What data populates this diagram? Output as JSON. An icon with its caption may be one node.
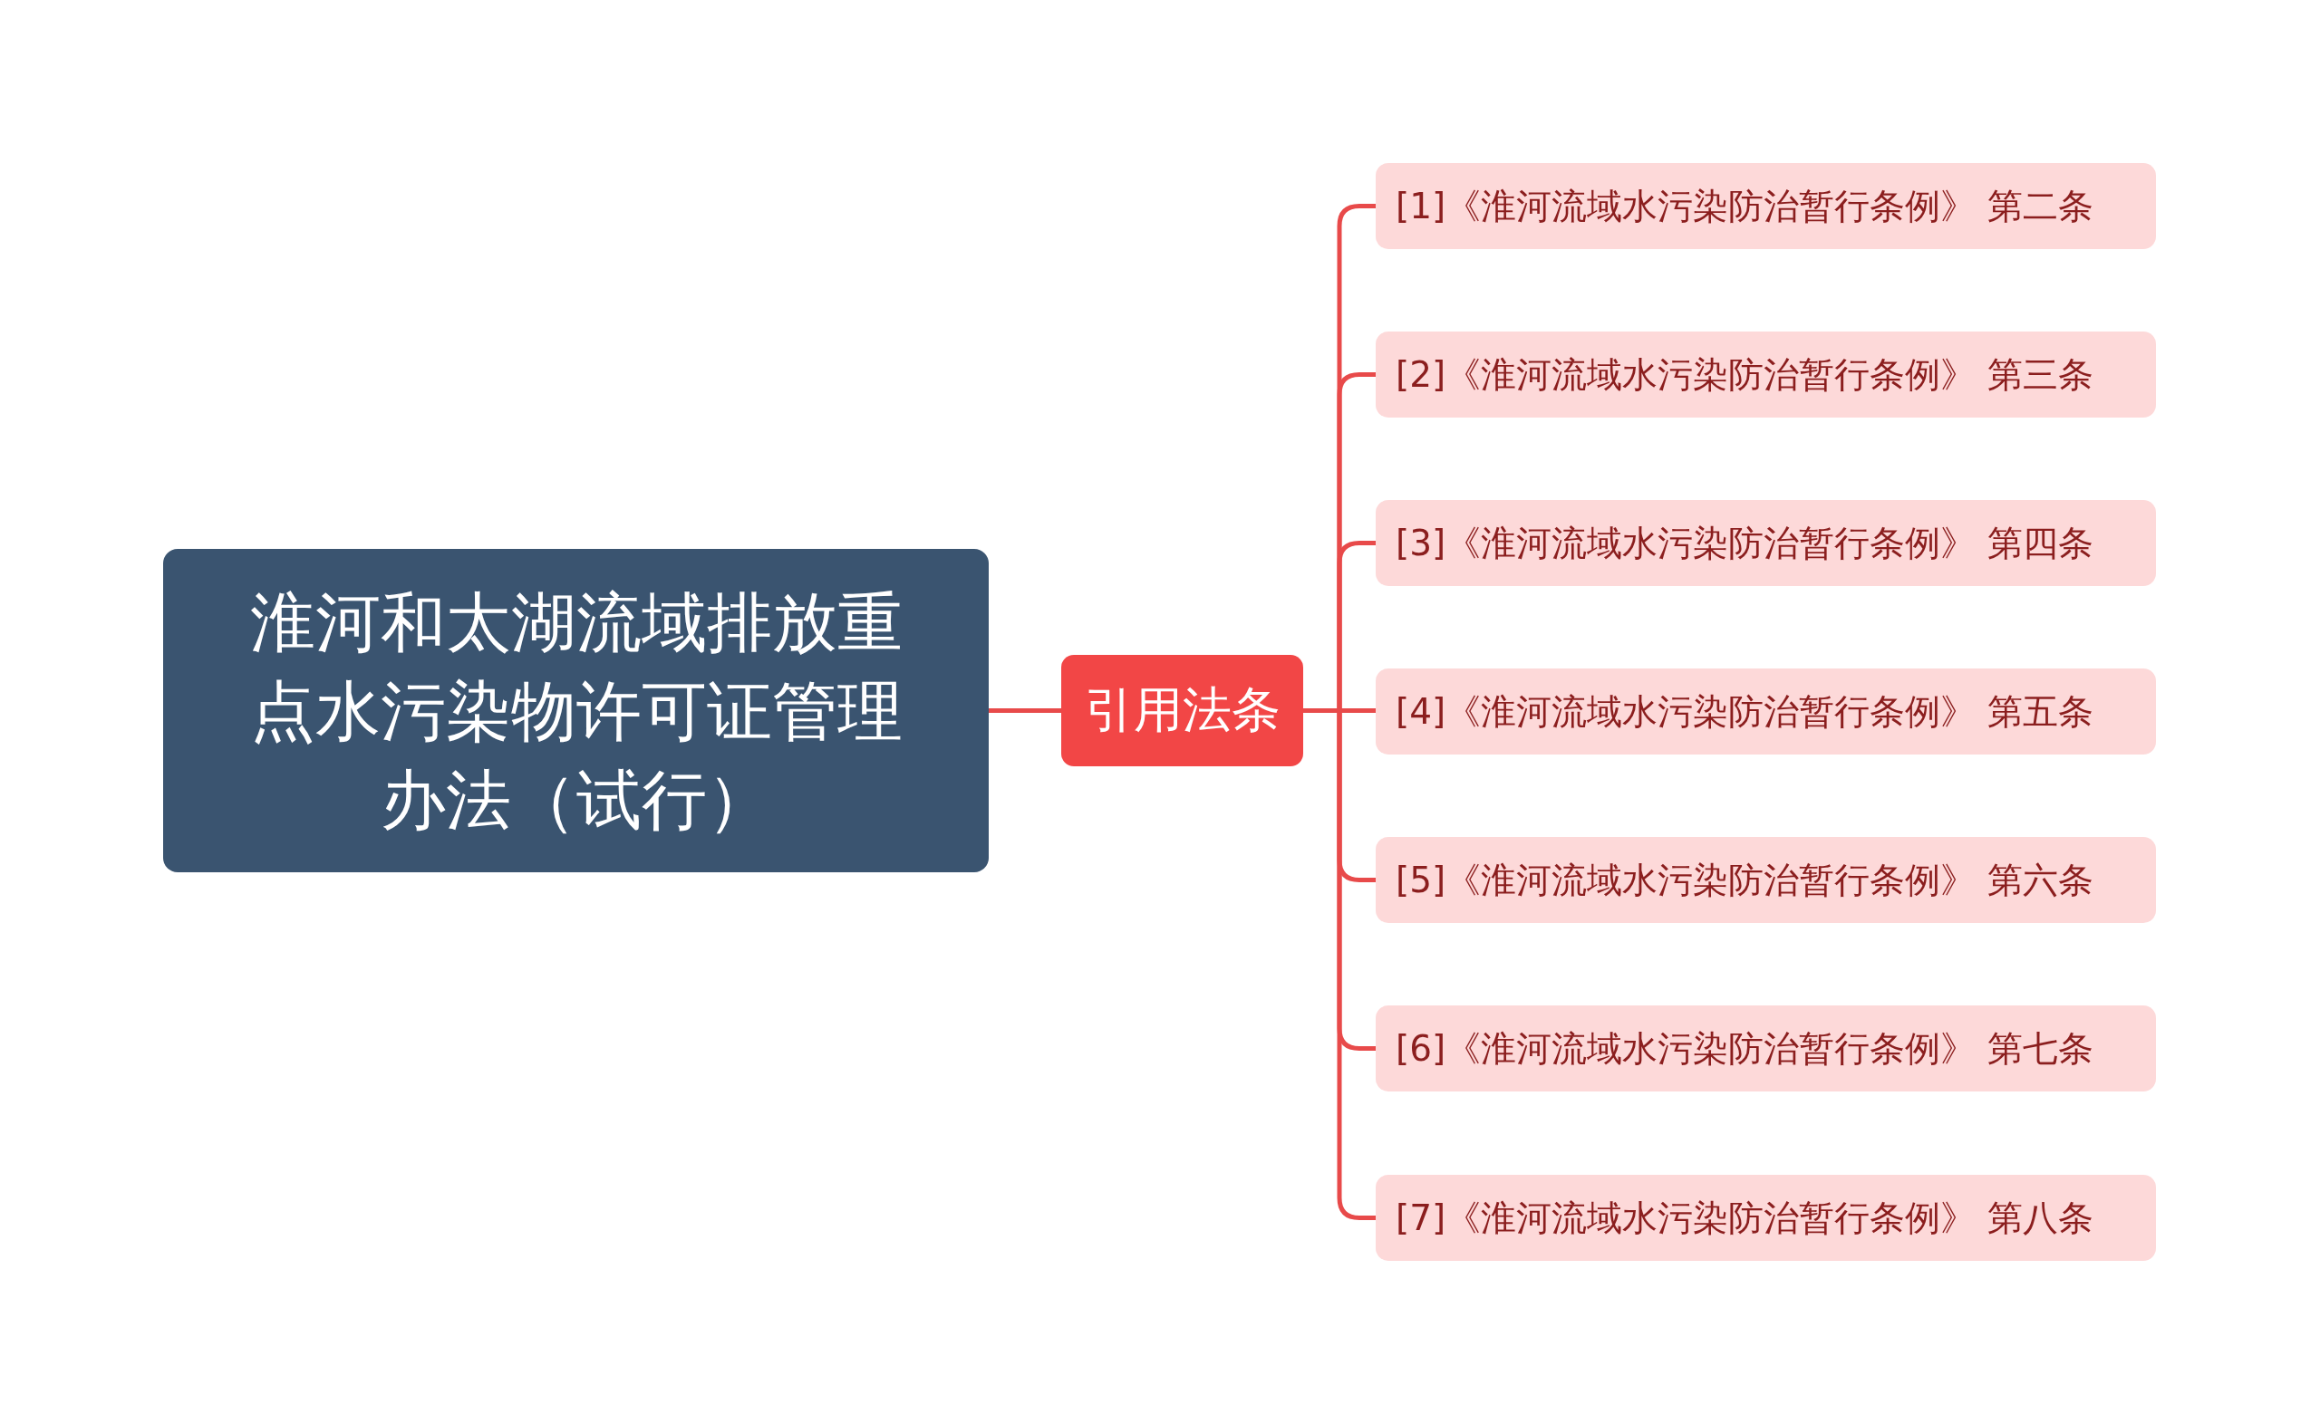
{
  "diagram": {
    "nodes": [
      {
        "text": [
          "淮河和太湖流域排放重点水污染物许可证管理办法（试行）"
        ]
      },
      {
        "text": [
          "引用法条"
        ]
      },
      {
        "text": [
          "[1]《淮河流域水污染防治暂行条例》 第二条"
        ]
      },
      {
        "text": [
          "[2]《淮河流域水污染防治暂行条例》 第三条"
        ]
      },
      {
        "text": [
          "[3]《淮河流域水污染防治暂行条例》 第四条"
        ]
      },
      {
        "text": [
          "[4]《淮河流域水污染防治暂行条例》 第五条"
        ]
      },
      {
        "text": [
          "[5]《淮河流域水污染防治暂行条例》 第六条"
        ]
      },
      {
        "text": [
          "[6]《淮河流域水污染防治暂行条例》 第七条"
        ]
      },
      {
        "text": [
          "[7]《淮河流域水污染防治暂行条例》 第八条"
        ]
      }
    ],
    "edges": [
      {
        "from": 0,
        "to": 1,
        "arrow": "none"
      },
      {
        "from": 1,
        "to": 2,
        "arrow": "none"
      },
      {
        "from": 1,
        "to": 3,
        "arrow": "none"
      },
      {
        "from": 1,
        "to": 4,
        "arrow": "none"
      },
      {
        "from": 1,
        "to": 5,
        "arrow": "none"
      },
      {
        "from": 1,
        "to": 6,
        "arrow": "none"
      },
      {
        "from": 1,
        "to": 7,
        "arrow": "none"
      },
      {
        "from": 1,
        "to": 8,
        "arrow": "none"
      }
    ]
  }
}
